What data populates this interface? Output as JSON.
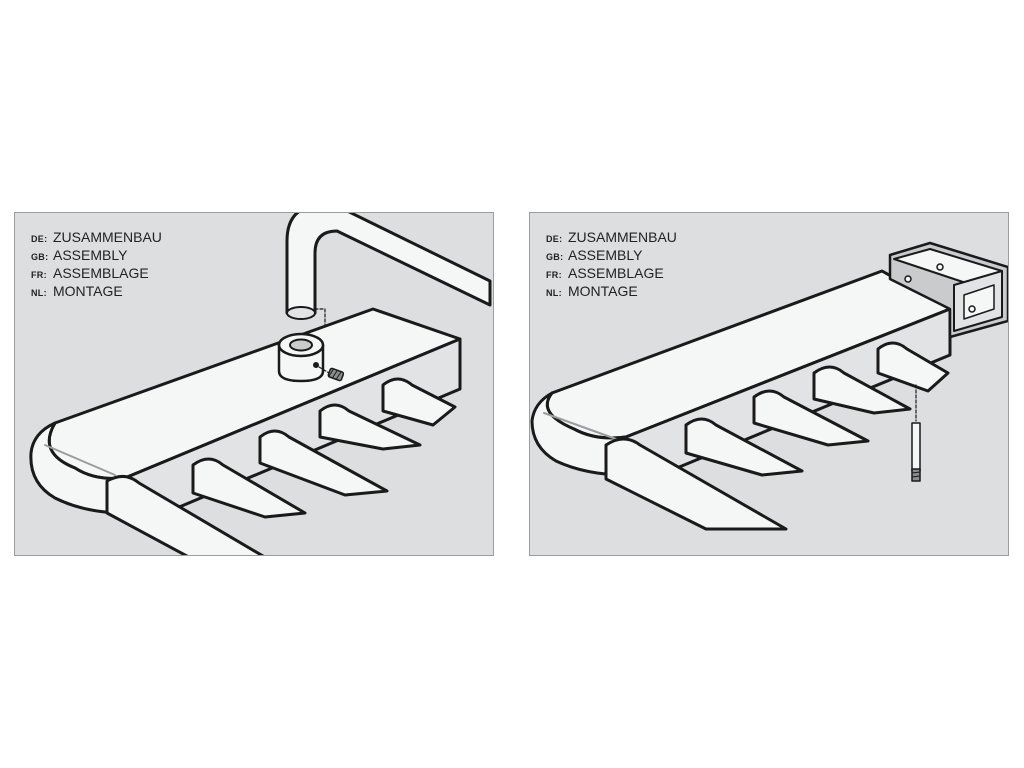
{
  "panels": [
    {
      "labels": [
        {
          "code": "DE:",
          "text": "ZUSAMMENBAU"
        },
        {
          "code": "GB:",
          "text": "ASSEMBLY"
        },
        {
          "code": "FR:",
          "text": "ASSEMBLAGE"
        },
        {
          "code": "NL:",
          "text": "MONTAGE"
        }
      ]
    },
    {
      "labels": [
        {
          "code": "DE:",
          "text": "ZUSAMMENBAU"
        },
        {
          "code": "GB:",
          "text": "ASSEMBLY"
        },
        {
          "code": "FR:",
          "text": "ASSEMBLAGE"
        },
        {
          "code": "NL:",
          "text": "MONTAGE"
        }
      ]
    }
  ],
  "colors": {
    "panel_bg": "#dcdedf",
    "part_fill": "#f5f6f6",
    "part_shade": "#e1e3e4",
    "outline": "#1a1a1a",
    "text": "#222222"
  }
}
